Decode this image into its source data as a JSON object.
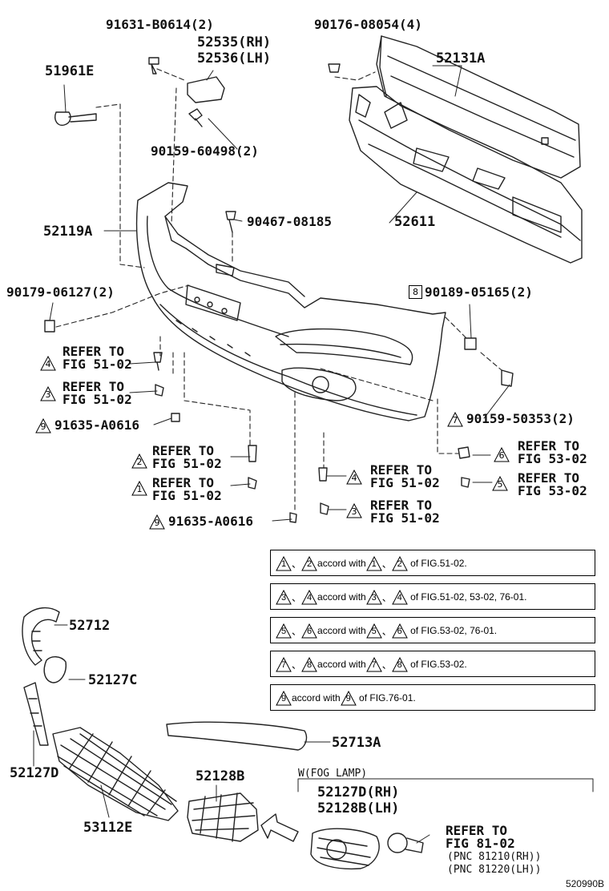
{
  "parts": {
    "p91631": "91631-B0614(2)",
    "p52535": "52535(RH)",
    "p52536": "52536(LH)",
    "p90176": "90176-08054(4)",
    "p51961": "51961E",
    "p52131": "52131A",
    "p90159a": "90159-60498(2)",
    "p52611": "52611",
    "p90467": "90467-08185",
    "p52119": "52119A",
    "p90179": "90179-06127(2)",
    "p90189": "90189-05165(2)",
    "p90159b": "90159-50353(2)",
    "p91635a": "91635-A0616",
    "p91635b": "91635-A0616",
    "p52712": "52712",
    "p52127c": "52127C",
    "p52713": "52713A",
    "p52127d": "52127D",
    "p52128": "52128B",
    "p53112": "53112E",
    "w_fog": "W(FOG LAMP)",
    "fog_rh": "52127D(RH)",
    "fog_lh": "52128B(LH)",
    "fog_refer": "REFER TO",
    "fog_fig": "FIG 81-02",
    "fog_pnc1": "(PNC 81210(RH))",
    "fog_pnc2": "(PNC 81220(LH))"
  },
  "refs": {
    "r4a": {
      "num": "4",
      "line1": "REFER TO",
      "line2": "FIG 51-02"
    },
    "r3a": {
      "num": "3",
      "line1": "REFER TO",
      "line2": "FIG 51-02"
    },
    "r9a": {
      "num": "9"
    },
    "r2a": {
      "num": "2",
      "line1": "REFER TO",
      "line2": "FIG 51-02"
    },
    "r1a": {
      "num": "1",
      "line1": "REFER TO",
      "line2": "FIG 51-02"
    },
    "r9b": {
      "num": "9"
    },
    "r8": {
      "num": "8"
    },
    "r7": {
      "num": "7"
    },
    "r6": {
      "num": "6",
      "line1": "REFER TO",
      "line2": "FIG 53-02"
    },
    "r4b": {
      "num": "4",
      "line1": "REFER TO",
      "line2": "FIG 51-02"
    },
    "r5": {
      "num": "5",
      "line1": "REFER TO",
      "line2": "FIG 53-02"
    },
    "r3b": {
      "num": "3",
      "line1": "REFER TO",
      "line2": "FIG 51-02"
    }
  },
  "notes": [
    {
      "a": "1",
      "b": "2",
      "sep": "、",
      "acc": "accord with",
      "tail": "of FIG.51-02."
    },
    {
      "a": "3",
      "b": "4",
      "sep": "、",
      "acc": "accord with",
      "tail": "of FIG.51-02, 53-02, 76-01."
    },
    {
      "a": "5",
      "b": "6",
      "sep": "、",
      "acc": "accord with",
      "tail": "of FIG.53-02, 76-01."
    },
    {
      "a": "7",
      "b": "8",
      "sep": "、",
      "acc": "accord with",
      "tail": "of FIG.53-02."
    },
    {
      "a": "9",
      "acc": "accord with",
      "tail": "of FIG.76-01."
    }
  ],
  "figure_id": "520990B"
}
